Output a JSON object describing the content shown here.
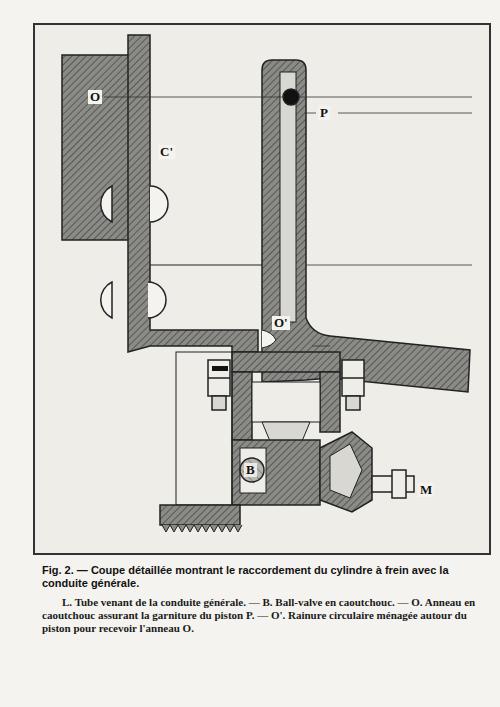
{
  "diagram": {
    "caption": "Fig. 2. — Coupe détaillée montrant le raccordement du cylindre à frein avec la conduite générale.",
    "labels": [
      "O",
      "P",
      "C'",
      "O'",
      "B",
      "M",
      "L. Tube venant de la conduite générale. — B. Ball-valve en caoutchouc. — O. Anneau en caoutchouc assurant la garniture du piston P. — O'. Rainure circulaire ménagée autour du piston pour recevoir l'anneau O."
    ]
  }
}
